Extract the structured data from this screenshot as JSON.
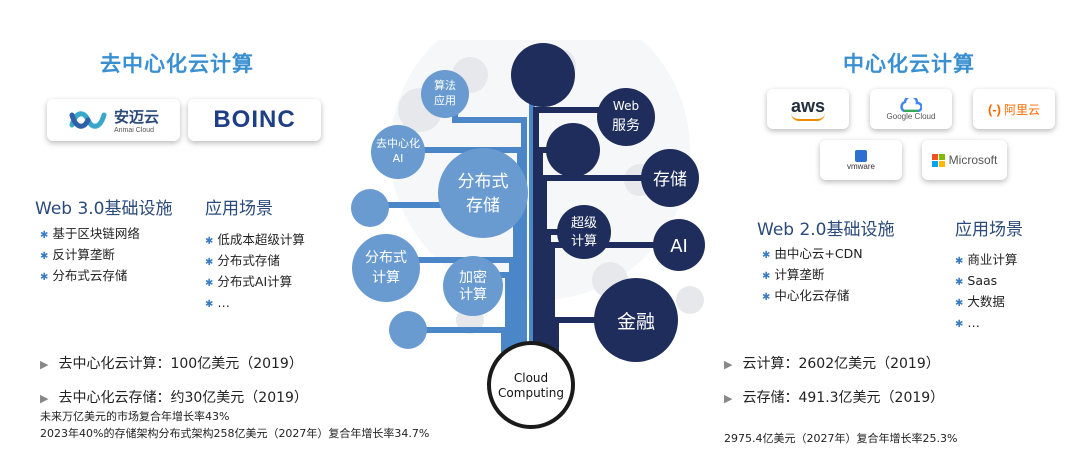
{
  "left": {
    "title": "去中心化云计算",
    "logos": [
      {
        "name": "安迈云",
        "sub": "Anmai Cloud"
      },
      {
        "name": "BOINC"
      }
    ],
    "infra_title": "Web 3.0基础设施",
    "infra_items": [
      "基于区块链网络",
      "反计算垄断",
      "分布式云存储"
    ],
    "app_title": "应用场景",
    "app_items": [
      "低成本超级计算",
      "分布式存储",
      "分布式AI计算",
      "…"
    ],
    "stats": [
      "去中心化云计算：100亿美元（2019）",
      "去中心化云存储：约30亿美元（2019）"
    ],
    "notes": [
      "未来万亿美元的市场复合年增长率43%",
      "2023年40%的存储架构分布式架构258亿美元（2027年）复合年增长率34.7%"
    ]
  },
  "right": {
    "title": "中心化云计算",
    "logos": [
      {
        "name": "aws"
      },
      {
        "name": "Google Cloud"
      },
      {
        "name": "阿里云",
        "mark": "(-)"
      },
      {
        "name": "vmware"
      },
      {
        "name": "Microsoft"
      }
    ],
    "infra_title": "Web 2.0基础设施",
    "infra_items": [
      "由中心云+CDN",
      "计算垄断",
      "中心化云存储"
    ],
    "app_title": "应用场景",
    "app_items": [
      "商业计算",
      "Saas",
      "大数据",
      "…"
    ],
    "stats": [
      "云计算：2602亿美元（2019）",
      "云存储：491.3亿美元（2019）"
    ],
    "notes": [
      "2975.4亿美元（2027年）复合年增长率25.3%"
    ]
  },
  "tree": {
    "root": "Cloud Computing",
    "root_lines": [
      "Cloud",
      "Computing"
    ],
    "nodes": [
      {
        "id": "algo-app",
        "lines": [
          "算法",
          "应用"
        ]
      },
      {
        "id": "decentral-ai",
        "lines": [
          "去中心化",
          "AI"
        ]
      },
      {
        "id": "distributed-storage",
        "lines": [
          "分布式",
          "存储"
        ]
      },
      {
        "id": "distributed-compute",
        "lines": [
          "分布式",
          "计算"
        ]
      },
      {
        "id": "encryption-compute",
        "lines": [
          "加密",
          "计算"
        ]
      },
      {
        "id": "web-service",
        "lines": [
          "Web",
          "服务"
        ]
      },
      {
        "id": "storage",
        "lines": [
          "存储"
        ]
      },
      {
        "id": "supercompute",
        "lines": [
          "超级",
          "计算"
        ]
      },
      {
        "id": "ai",
        "lines": [
          "AI"
        ]
      },
      {
        "id": "finance",
        "lines": [
          "金融"
        ]
      }
    ],
    "colors": {
      "light": "#6a9bd0",
      "dark": "#1f2d5c",
      "trunk": "#4a86c8"
    }
  }
}
